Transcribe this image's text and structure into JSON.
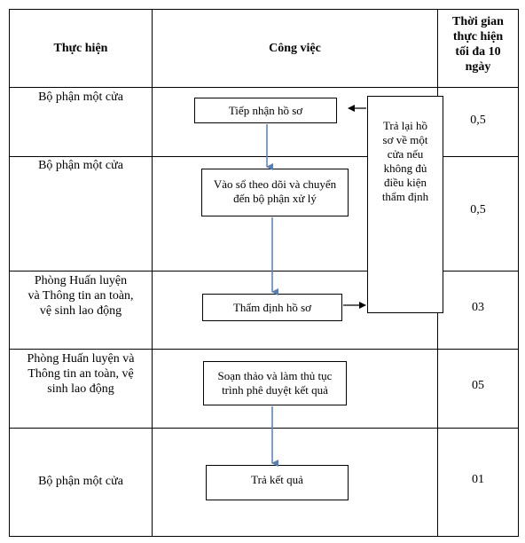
{
  "header": {
    "col1": "Thực hiện",
    "col2": "Công việc",
    "col3_line1": "Thời gian",
    "col3_line2": "thực hiện",
    "col3_line3": "tối đa 10",
    "col3_line4": "ngày"
  },
  "rows": [
    {
      "actor_lines": [
        "Bộ phận một cửa"
      ],
      "task_lines": [
        "Tiếp nhận hồ sơ"
      ],
      "time": "0,5"
    },
    {
      "actor_lines": [
        "Bộ phận một cửa"
      ],
      "task_lines": [
        "Vào sổ theo dõi và chuyển",
        "đến bộ phận xử lý"
      ],
      "time": "0,5"
    },
    {
      "actor_lines": [
        "Phòng Huấn luyện",
        "và Thông tin an toàn,",
        "vệ sinh lao động"
      ],
      "task_lines": [
        "Thẩm định hồ sơ"
      ],
      "time": "03"
    },
    {
      "actor_lines": [
        "Phòng Huấn luyện và",
        "Thông tin an toàn, vệ",
        "sinh lao động"
      ],
      "task_lines": [
        "Soạn thảo và làm thủ tục",
        "trình phê duyệt kết quả"
      ],
      "time": "05"
    },
    {
      "actor_lines": [
        "Bộ phận một cửa"
      ],
      "task_lines": [
        "Trả kết quả"
      ],
      "time": "01"
    }
  ],
  "side_note_lines": [
    "Trả lại hồ",
    "sơ về một",
    "cửa nếu",
    "không đủ",
    "điều kiện",
    "thẩm định"
  ],
  "colors": {
    "flow_arrow": "#4f81bd",
    "border": "#000000"
  }
}
